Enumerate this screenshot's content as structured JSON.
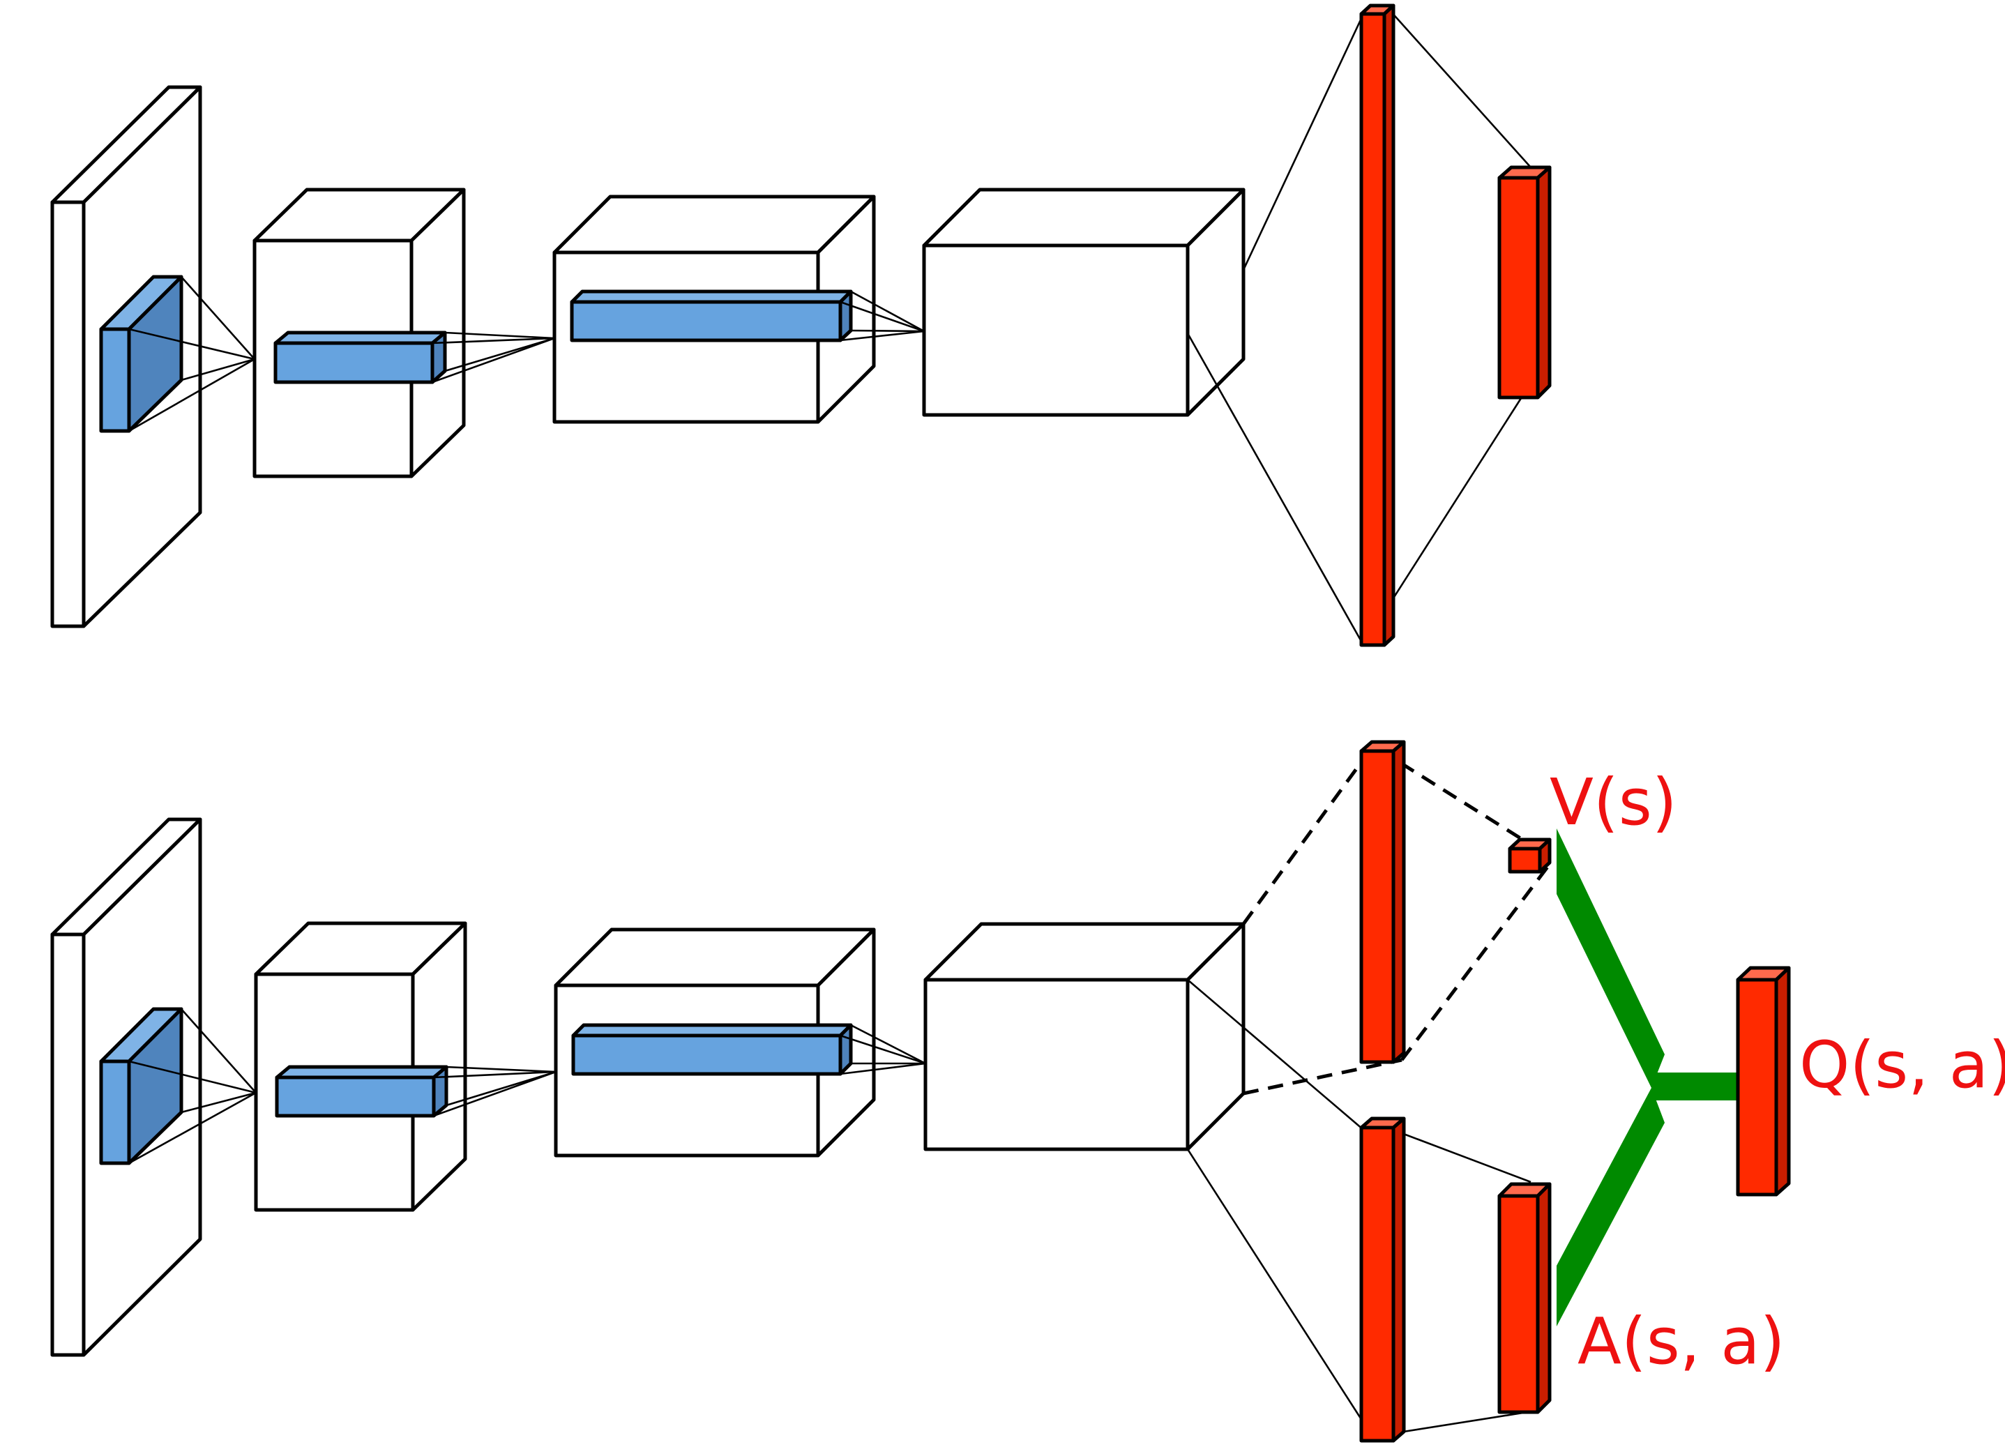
{
  "labels": {
    "value": "V(s)",
    "advantage": "A(s, a)",
    "q": "Q(s, a)"
  },
  "colors": {
    "filter_front": "#66a3df",
    "filter_side": "#4f84bd",
    "filter_top": "#7fb3e6",
    "fc_front": "#ff2a00",
    "fc_side": "#c91e00",
    "fc_top": "#ff6a4d",
    "merge": "#008a00",
    "label": "#ee1111",
    "outline": "#000000"
  }
}
